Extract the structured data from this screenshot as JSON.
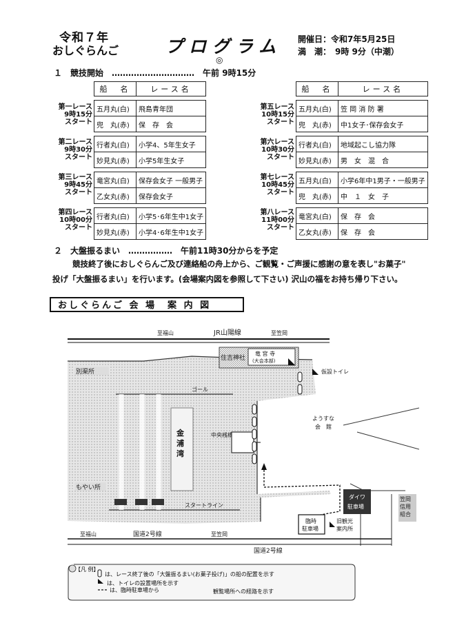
{
  "header": {
    "title_line1": "令和７年",
    "title_line2": "おしぐらんご",
    "program": "プログラム",
    "mark": "◎",
    "date": "開催日：令和7年5月25日",
    "tide": "満　潮：　9時 9分（中潮）"
  },
  "section1": {
    "heading": "１　競技開始　‥‥‥‥‥‥‥‥‥‥‥‥‥‥‥　午前 9時15分",
    "col_boat": "船　名",
    "col_race": "レース名",
    "left_races": [
      {
        "label1": "第一レース",
        "label2": "9時15分",
        "label3": "スタート",
        "rows": [
          {
            "boat": "五月丸(白)",
            "name": "飛島青年団"
          },
          {
            "boat": "兜　丸(赤)",
            "name": "保　存　会"
          }
        ]
      },
      {
        "label1": "第二レース",
        "label2": "9時30分",
        "label3": "スタート",
        "rows": [
          {
            "boat": "行者丸(白)",
            "name": "小学4、5年生女子"
          },
          {
            "boat": "妙見丸(赤)",
            "name": "小学5年生女子"
          }
        ]
      },
      {
        "label1": "第三レース",
        "label2": "9時45分",
        "label3": "スタート",
        "rows": [
          {
            "boat": "竜宮丸(白)",
            "name": "保存会女子 一般男子"
          },
          {
            "boat": "乙女丸(赤)",
            "name": "保存会女子"
          }
        ]
      },
      {
        "label1": "第四レース",
        "label2": "10時00分",
        "label3": "スタート",
        "rows": [
          {
            "boat": "行者丸(白)",
            "name": "小学5･6年生中1女子"
          },
          {
            "boat": "妙見丸(赤)",
            "name": "小学4･6年生中1女子"
          }
        ]
      }
    ],
    "right_races": [
      {
        "label1": "第五レース",
        "label2": "10時15分",
        "label3": "スタート",
        "rows": [
          {
            "boat": "五月丸(白)",
            "name": "笠 岡 消 防 署"
          },
          {
            "boat": "兜　丸(赤)",
            "name": "中1女子･保存会女子"
          }
        ]
      },
      {
        "label1": "第六レース",
        "label2": "10時30分",
        "label3": "スタート",
        "rows": [
          {
            "boat": "行者丸(白)",
            "name": "地域起こし協力隊"
          },
          {
            "boat": "妙見丸(赤)",
            "name": "男　女　混　合"
          }
        ]
      },
      {
        "label1": "第七レース",
        "label2": "10時45分",
        "label3": "スタート",
        "rows": [
          {
            "boat": "五月丸(白)",
            "name": "小学6年中1男子・一般男子"
          },
          {
            "boat": "兜　丸(赤)",
            "name": "中　１　女　子"
          }
        ]
      },
      {
        "label1": "第八レース",
        "label2": "11時00分",
        "label3": "スタート",
        "rows": [
          {
            "boat": "竜宮丸(白)",
            "name": "保　存　会"
          },
          {
            "boat": "乙女丸(赤)",
            "name": "保　存　会"
          }
        ]
      }
    ]
  },
  "section2": {
    "heading": "２　大盤振るまい　‥‥‥‥‥‥‥‥　午前11時30分からを予定",
    "line1": "競技終了後におしぐらんご及び連絡船の舟上から、ご観覧・ご声援に感謝の意を表し\"お菓子\"",
    "line2": "投げ「大盤振るまい」を行います。(会場案内図を参照して下さい) 沢山の福をお持ち帰り下さい。"
  },
  "map": {
    "heading": "おしぐらんご 会 場　案 内 図",
    "road_top_left": "至福山",
    "railway": "JR山陽線",
    "road_top_right": "至笠岡",
    "sumiyoshi": "住吉神社",
    "ryugu_line1": "竜 宮 寺",
    "ryugu_line2": "(大会本部)",
    "toilet": "仮設トイレ",
    "bekkyo": "別渠所",
    "goal": "ゴール",
    "kanaura": "金浦湾",
    "central_pier": "中央桟橋",
    "yousuna_line1": "ようすな",
    "yousuna_line2": "会　館",
    "moyai": "もやい所",
    "start_line": "スタートライン",
    "daiwa_line1": "ダイワ",
    "daiwa_line2": "駐車場",
    "kasaoka_line1": "笠岡",
    "kasaoka_line2": "信用",
    "kasaoka_line3": "組合",
    "parking_line1": "臨時",
    "parking_line2": "駐車場",
    "rinji_line1": "旧観光",
    "rinji_line2": "案内所",
    "road_bottom_left": "至福山",
    "national_road": "国道2号線",
    "road_bottom_right": "至笠岡",
    "national_road2": "国道2号線"
  },
  "legend": {
    "title": "【凡 例】",
    "item1": "は、レース終了後の「大盤振るまい(お菓子投げ)」の船の配置を示す",
    "item2": "は、トイレの設置場所を示す",
    "item3": "は、臨時駐車場から",
    "item3b": "観覧場所への経路を示す"
  }
}
